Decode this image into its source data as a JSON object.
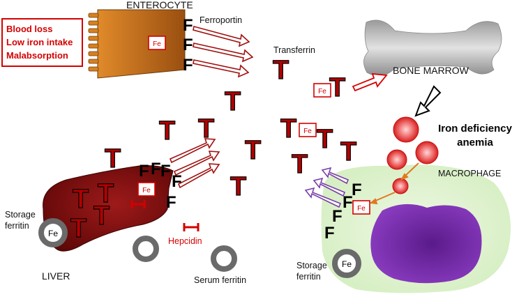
{
  "causes": [
    "Blood loss",
    "Low iron intake",
    "Malabsorption"
  ],
  "labels": {
    "enterocyte": "ENTEROCYTE",
    "ferroportin": "Ferroportin",
    "transferrin": "Transferrin",
    "bone_marrow": "BONE MARROW",
    "iron_deficiency_line1": "Iron deficiency",
    "iron_deficiency_line2": "anemia",
    "macrophage": "MACROPHAGE",
    "storage_ferritin_liver_line1": "Storage",
    "storage_ferritin_liver_line2": "ferritin",
    "liver": "LIVER",
    "hepcidin": "Hepcidin",
    "serum_ferritin": "Serum ferritin",
    "storage_ferritin_macro_line1": "Storage",
    "storage_ferritin_macro_line2": "ferritin"
  },
  "symbols": {
    "fe": "Fe",
    "transferrin_glyph": "T",
    "ferroportin_glyph": "F"
  },
  "colors": {
    "iron_red": "#d40000",
    "transferrin_red": "#b30000",
    "liver": "#7a0a0a",
    "enterocyte": "#c8721c",
    "macrophage_cytoplasm": "#e3f3d6",
    "macrophage_nucleus": "#6b2a96",
    "export_arrow_purple": "#7a3fa8",
    "export_arrow_red": "#a01010"
  }
}
